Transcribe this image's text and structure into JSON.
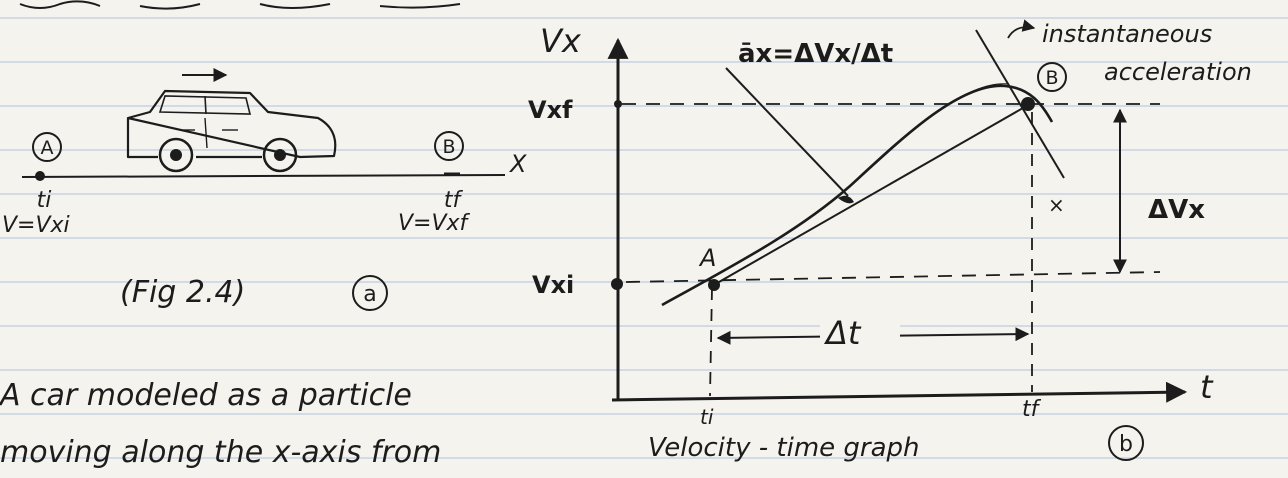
{
  "left_panel": {
    "point_a_marker": "A",
    "point_b_marker": "B",
    "x_axis_label": "X",
    "t_initial": "ti",
    "t_final": "tf",
    "v_initial": "V=Vxi",
    "v_final": "V=Vxf",
    "figure_caption": "(Fig 2.4)",
    "panel_tag": "a"
  },
  "graph": {
    "y_axis_label": "Vx",
    "t_axis_label": "t",
    "vxf_label": "Vxf",
    "vxi_label": "Vxi",
    "point_a_label": "A",
    "point_b_marker": "B",
    "avg_accel_label": "āx=ΔVx/Δt",
    "instantaneous_label_line1": "instantaneous",
    "instantaneous_label_line2": "acceleration",
    "delta_v_label": "ΔVx",
    "delta_t_label": "Δt",
    "ti_label": "ti",
    "tf_label": "tf",
    "graph_caption": "Velocity - time graph",
    "panel_tag": "b"
  },
  "body_text": {
    "line1": "A car modeled as a particle",
    "line2": "moving along the x-axis from"
  },
  "colors": {
    "paper": "#f4f3ee",
    "ruled_line": "#bccbe0",
    "ink": "#1c1c1c"
  }
}
